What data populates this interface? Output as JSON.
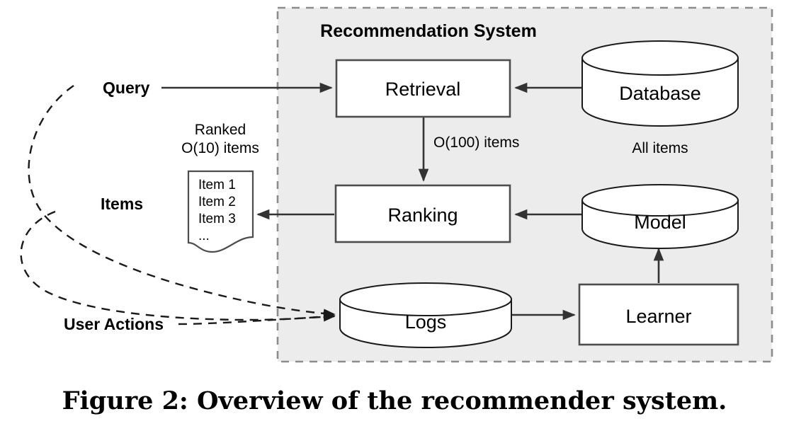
{
  "figure": {
    "caption": "Figure 2:  Overview of the recommender system.",
    "boundary_label": "Recommendation System",
    "colors": {
      "boundary_fill": "#ececec",
      "boundary_stroke": "#8c8c8c",
      "node_stroke": "#4d4d4d",
      "edge_stroke": "#333333",
      "page_background": "#ffffff"
    }
  },
  "nodes": {
    "retrieval": {
      "label": "Retrieval",
      "shape": "rectangle"
    },
    "ranking": {
      "label": "Ranking",
      "shape": "rectangle"
    },
    "database": {
      "label": "Database",
      "shape": "cylinder"
    },
    "model": {
      "label": "Model",
      "shape": "cylinder"
    },
    "logs": {
      "label": "Logs",
      "shape": "cylinder"
    },
    "learner": {
      "label": "Learner",
      "shape": "rectangle"
    },
    "items_doc": {
      "shape": "document",
      "lines": [
        "Item 1",
        "Item 2",
        "Item 3",
        "..."
      ]
    }
  },
  "annotations": {
    "database_caption": "All items",
    "retrieval_to_ranking": "O(100) items",
    "ranked_items_line1": "Ranked",
    "ranked_items_line2": "O(10) items"
  },
  "io_labels": {
    "query": "Query",
    "items": "Items",
    "user_actions": "User Actions"
  }
}
